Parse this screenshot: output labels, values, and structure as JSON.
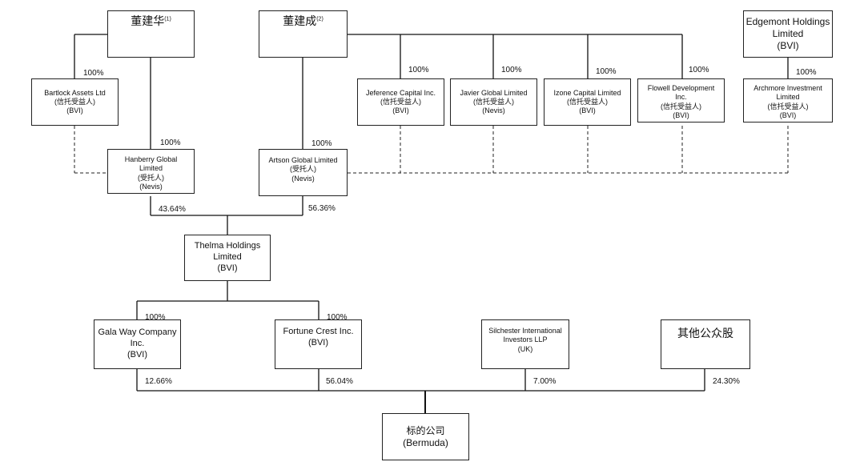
{
  "entities": {
    "tung_chee_hwa": {
      "name": "董建华",
      "note": "(1)"
    },
    "tung_chee_chen": {
      "name": "董建成",
      "note": "(2)"
    },
    "edgemont": {
      "lines": [
        "Edgemont Holdings",
        "Limited",
        "(BVI)"
      ]
    },
    "bartlock": {
      "lines": [
        "Bartlock Assets Ltd",
        "(信托受益人)",
        "(BVI)"
      ]
    },
    "jeference": {
      "lines": [
        "Jeference Capital Inc.",
        "(信托受益人)",
        "(BVI)"
      ]
    },
    "javier": {
      "lines": [
        "Javier Global Limited",
        "(信托受益人)",
        "(Nevis)"
      ]
    },
    "izone": {
      "lines": [
        "Izone Capital Limited",
        "(信托受益人)",
        "(BVI)"
      ]
    },
    "flowell": {
      "lines": [
        "Flowell Development",
        "Inc.",
        "(信托受益人)",
        "(BVI)"
      ]
    },
    "archmore": {
      "lines": [
        "Archmore Investment",
        "Limited",
        "(信托受益人)",
        "(BVI)"
      ]
    },
    "hanberry": {
      "lines": [
        "Hanberry Global",
        "Limited",
        "(受托人)",
        "(Nevis)"
      ]
    },
    "artson": {
      "lines": [
        "Artson Global Limited",
        "(受托人)",
        "(Nevis)"
      ]
    },
    "thelma": {
      "lines": [
        "Thelma Holdings",
        "Limited",
        "(BVI)"
      ]
    },
    "gala_way": {
      "lines": [
        "Gala Way Company",
        "Inc.",
        "(BVI)"
      ]
    },
    "fortune_crest": {
      "lines": [
        "Fortune Crest Inc.",
        "(BVI)"
      ]
    },
    "silchester": {
      "lines": [
        "Silchester International",
        "Investors LLP",
        "(UK)"
      ]
    },
    "public": {
      "lines": [
        "其他公众股"
      ]
    },
    "target": {
      "lines": [
        "标的公司",
        "(Bermuda)"
      ]
    }
  },
  "percentages": {
    "bartlock": "100%",
    "jeference": "100%",
    "javier": "100%",
    "izone": "100%",
    "flowell": "100%",
    "archmore": "100%",
    "hanberry": "100%",
    "artson": "100%",
    "hanberry_thelma": "43.64%",
    "artson_thelma": "56.36%",
    "gala_way": "100%",
    "fortune_crest": "100%",
    "gala_target": "12.66%",
    "fortune_target": "56.04%",
    "silchester_target": "7.00%",
    "public_target": "24.30%"
  }
}
